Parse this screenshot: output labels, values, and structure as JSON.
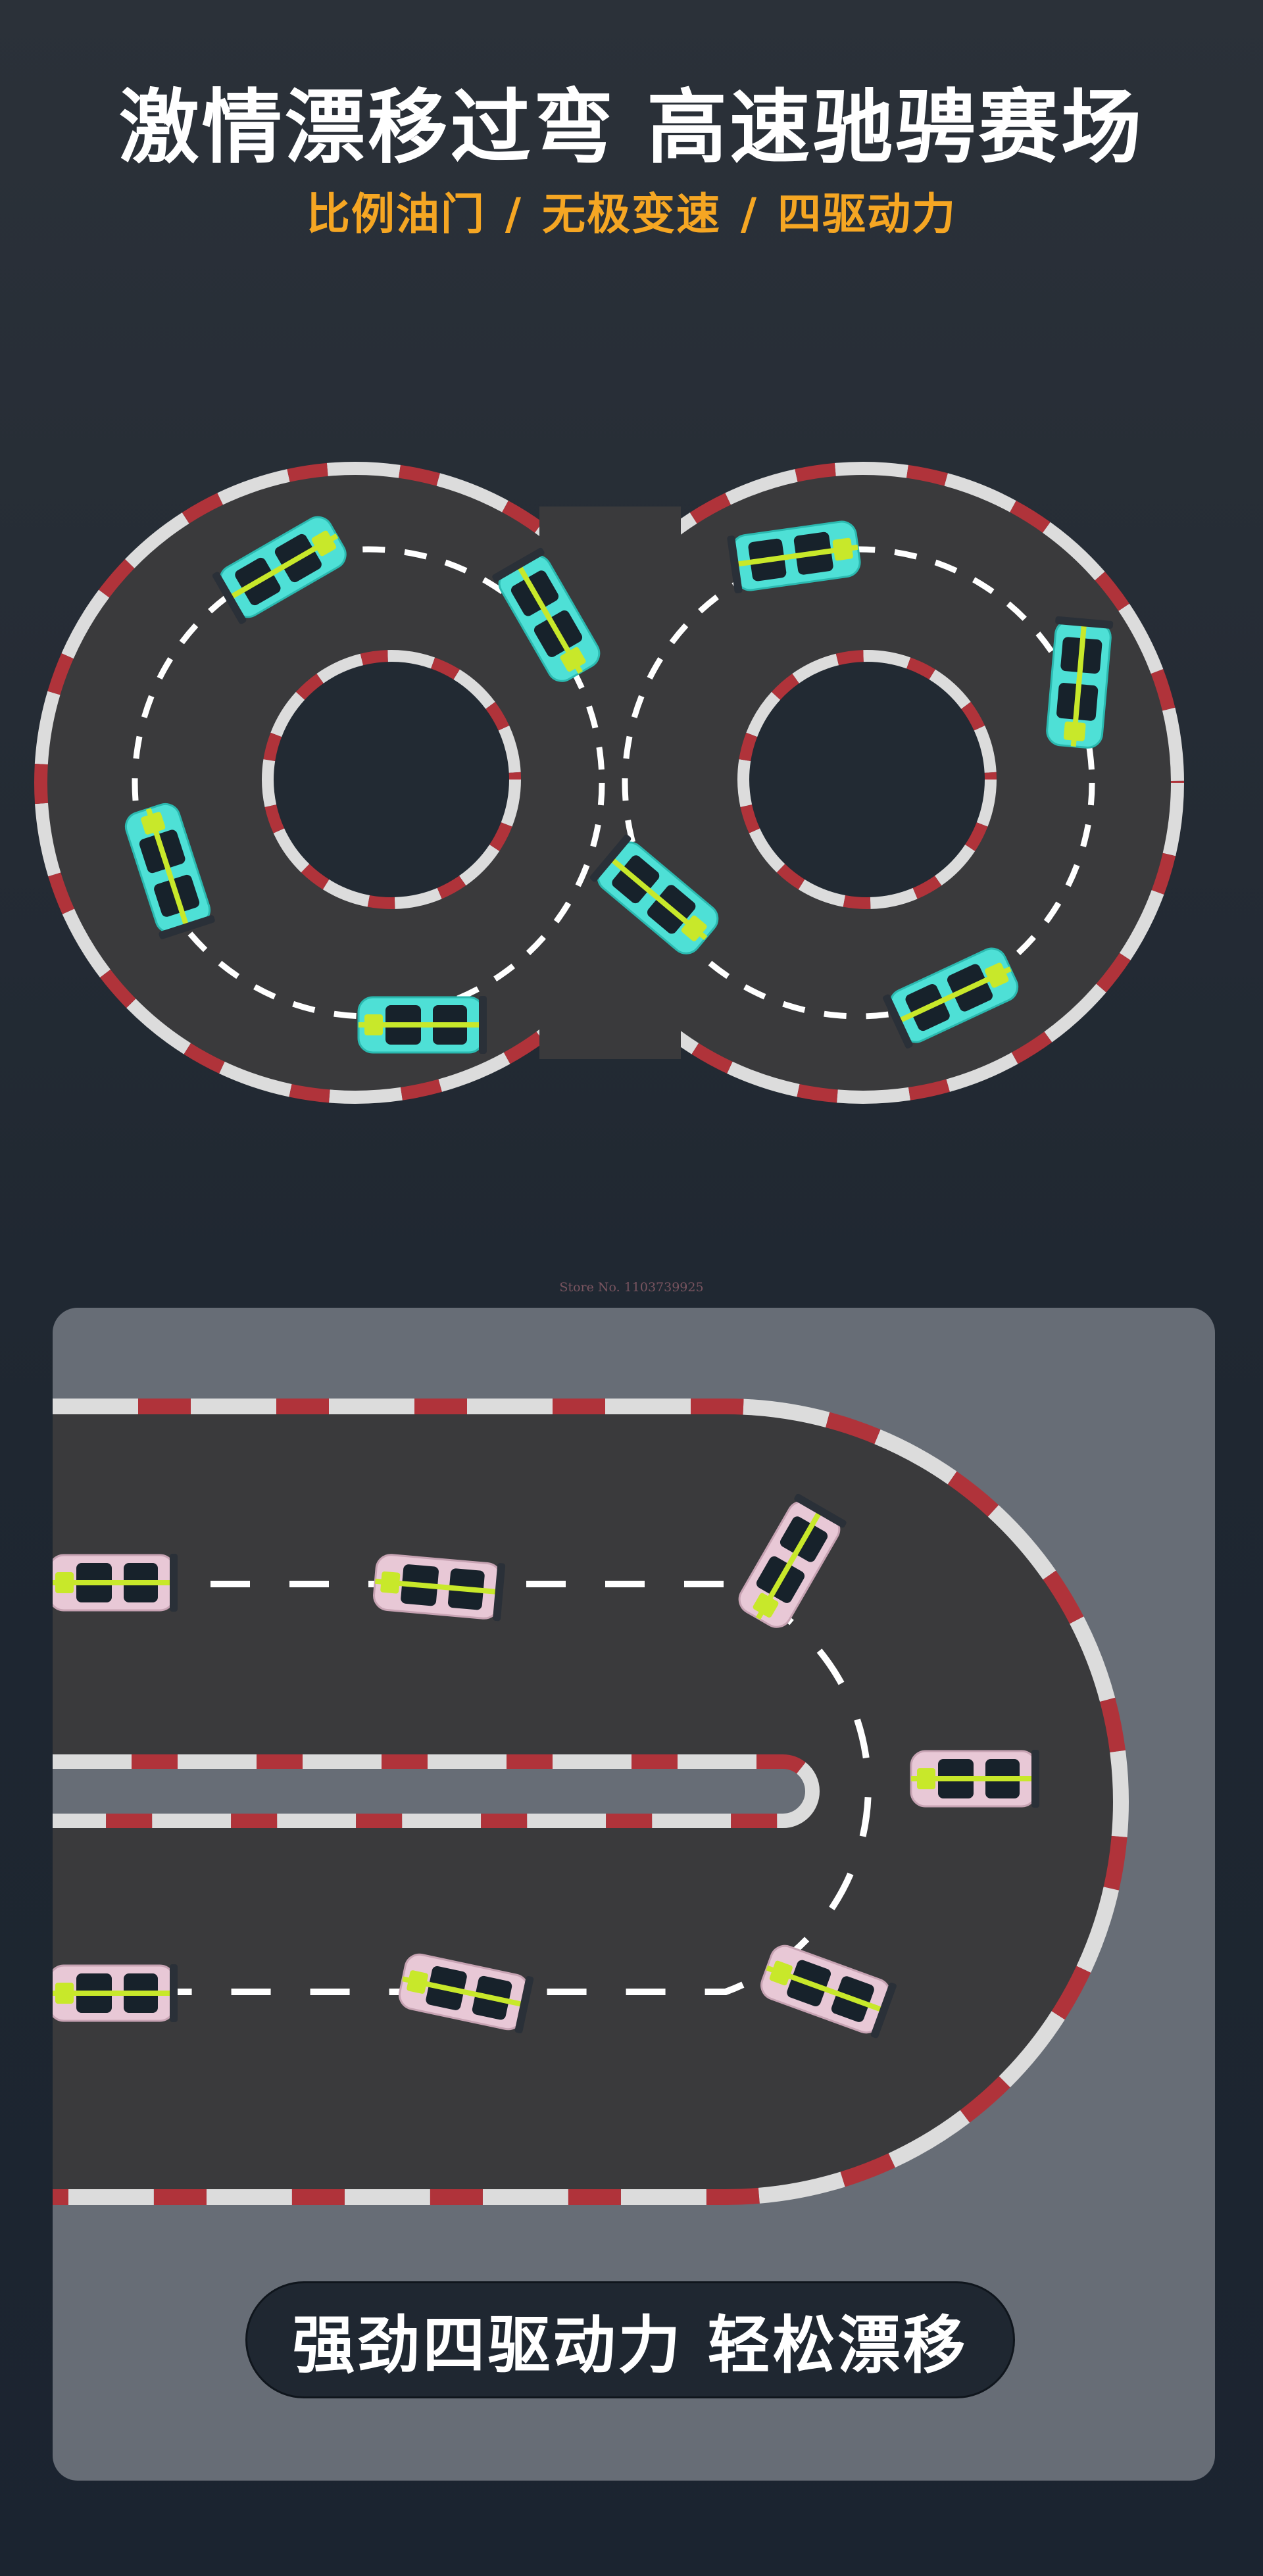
{
  "header": {
    "headline": "激情漂移过弯 高速驰骋赛场",
    "features": [
      "比例油门",
      "无极变速",
      "四驱动力"
    ],
    "separator": "/"
  },
  "watermark": "Store No. 1103739925",
  "panel": {
    "tagline": "强劲四驱动力 轻松漂移"
  },
  "colors": {
    "background": "#232a33",
    "accent": "#f5a623",
    "curb_red": "#b0333a",
    "curb_white": "#dcdcdc",
    "asphalt": "#3a3a3c",
    "panel": "#676d76",
    "car_top": "#4ee0d6",
    "car_bottom": "#e8c8d6",
    "stripe": "#c8e82a"
  }
}
